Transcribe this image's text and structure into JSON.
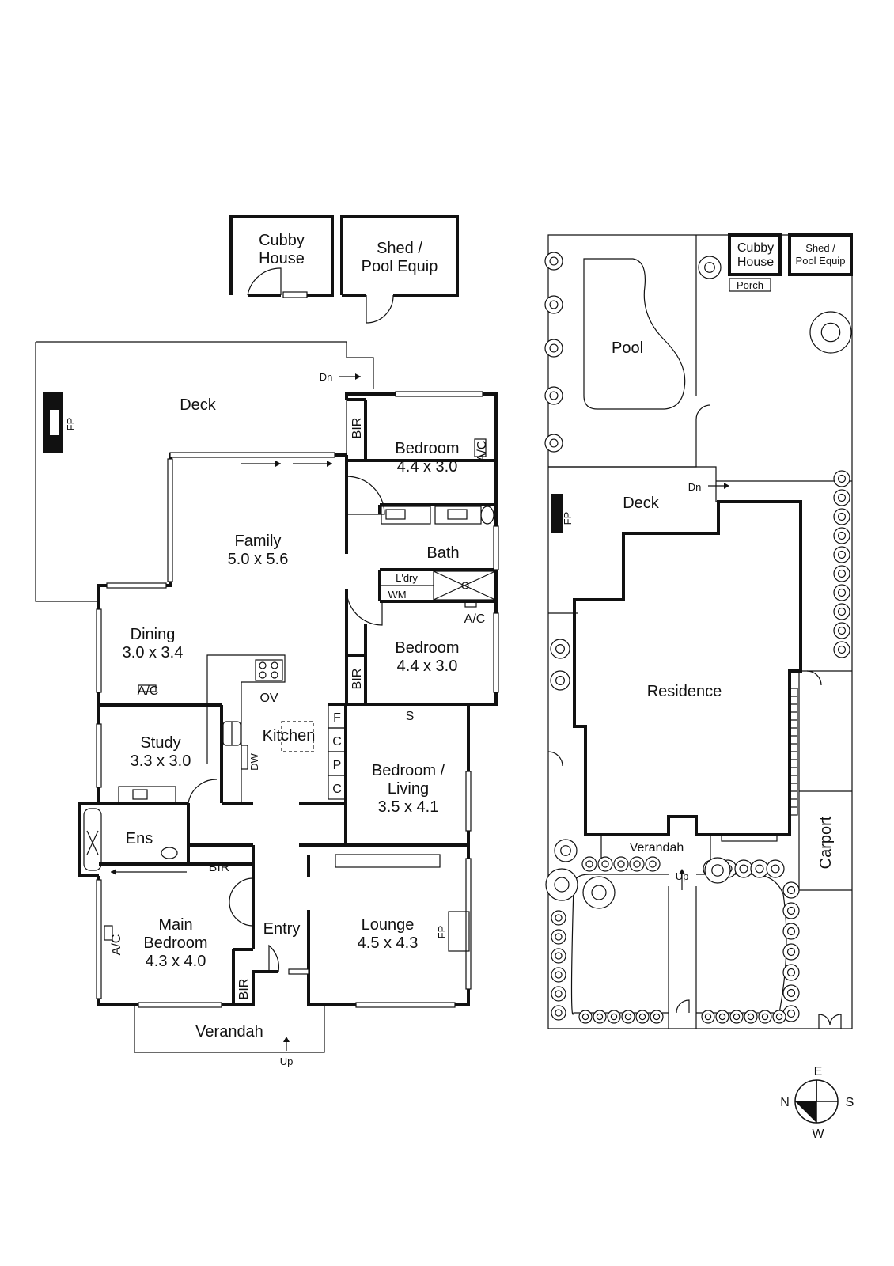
{
  "colors": {
    "ink": "#111111",
    "background": "#ffffff"
  },
  "floor_plan": {
    "outbuildings": {
      "cubby_line1": "Cubby",
      "cubby_line2": "House",
      "shed_line1": "Shed /",
      "shed_line2": "Pool Equip"
    },
    "rooms": {
      "deck": "Deck",
      "deck_fp": "FP",
      "deck_dn": "Dn",
      "bir_top": "BIR",
      "bedroom1_name": "Bedroom",
      "bedroom1_dims": "4.4 x 3.0",
      "ac_bedroom1": "A/C",
      "family_name": "Family",
      "family_dims": "5.0 x 5.6",
      "bath": "Bath",
      "laundry": "L'dry",
      "wm": "WM",
      "ac_bath": "A/C",
      "dining_name": "Dining",
      "dining_dims": "3.0 x 3.4",
      "ac_dining": "A/C",
      "ov": "OV",
      "bedroom2_name": "Bedroom",
      "bedroom2_dims": "4.4 x 3.0",
      "bir_mid": "BIR",
      "kitchen": "Kitchen",
      "dw": "DW",
      "f": "F",
      "c1": "C",
      "p": "P",
      "c2": "C",
      "s": "S",
      "study_name": "Study",
      "study_dims": "3.3 x 3.0",
      "bedroom_living_line1": "Bedroom /",
      "bedroom_living_line2": "Living",
      "bedroom_living_dims": "3.5 x 4.1",
      "ens": "Ens",
      "bir_ens": "BIR",
      "main_line1": "Main",
      "main_line2": "Bedroom",
      "main_dims": "4.3 x 4.0",
      "ac_main": "A/C",
      "entry": "Entry",
      "bir_entry": "BIR",
      "lounge_name": "Lounge",
      "lounge_dims": "4.5 x 4.3",
      "fp_lounge": "FP",
      "verandah": "Verandah",
      "up": "Up"
    }
  },
  "site_plan": {
    "cubby_line1": "Cubby",
    "cubby_line2": "House",
    "shed_line1": "Shed /",
    "shed_line2": "Pool Equip",
    "porch": "Porch",
    "pool": "Pool",
    "deck": "Deck",
    "dn": "Dn",
    "fp": "FP",
    "residence": "Residence",
    "carport": "Carport",
    "verandah": "Verandah",
    "up": "Up"
  },
  "compass": {
    "e": "E",
    "n": "N",
    "s": "S",
    "w": "W"
  }
}
